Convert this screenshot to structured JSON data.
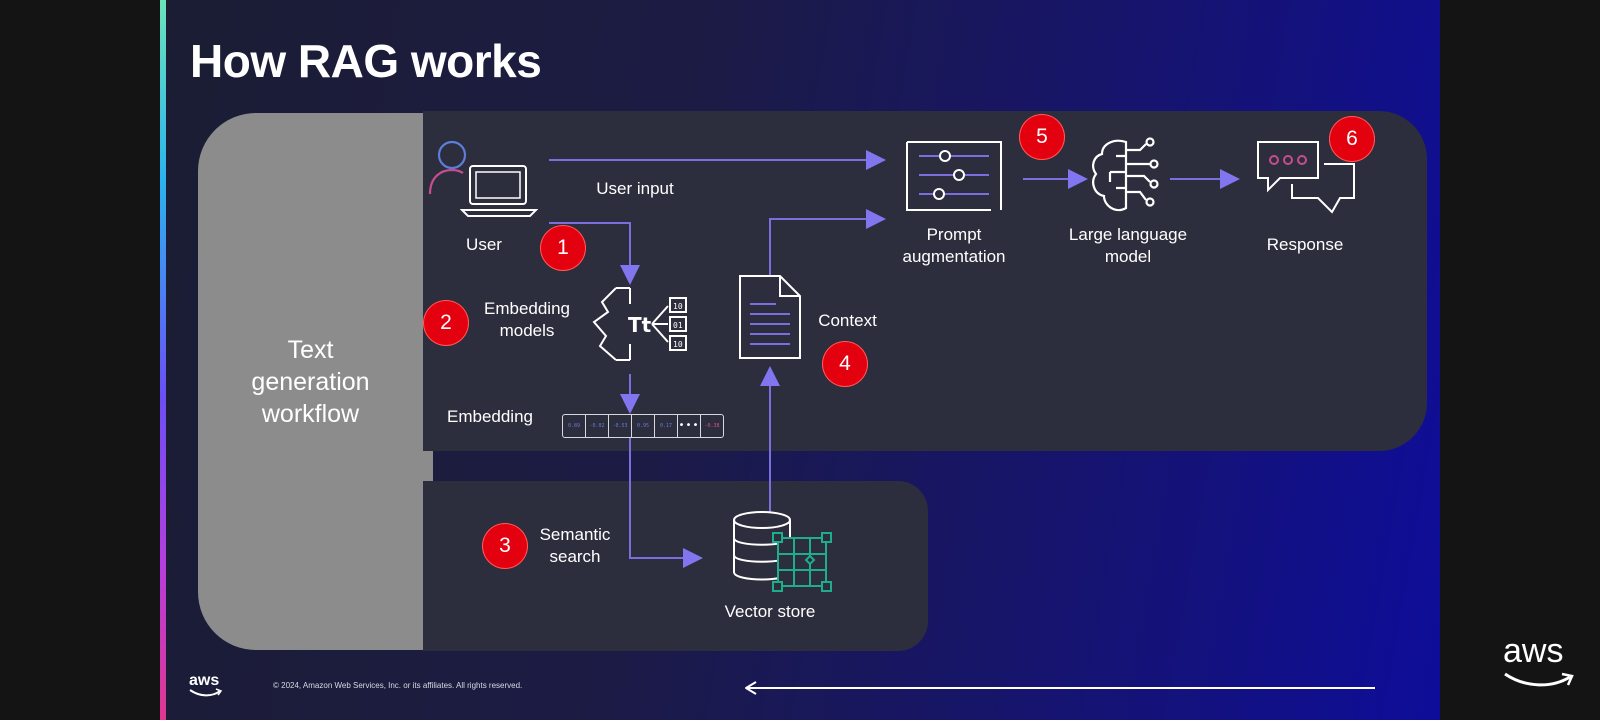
{
  "slide": {
    "title": "How RAG works",
    "workflow_label": "Text\ngeneration\nworkflow",
    "nodes": {
      "user": "User",
      "user_input": "User input",
      "embedding_models": "Embedding\nmodels",
      "embedding": "Embedding",
      "context": "Context",
      "semantic_search": "Semantic\nsearch",
      "vector_store": "Vector store",
      "prompt_augmentation": "Prompt\naugmentation",
      "llm": "Large language\nmodel",
      "response": "Response"
    },
    "steps": [
      "1",
      "2",
      "3",
      "4",
      "5",
      "6"
    ],
    "embedding_values": [
      "0.89",
      "-0.02",
      "-0.53",
      "0.95",
      "0.17",
      "•••",
      "-0.38"
    ],
    "footer_logo": "aws",
    "copyright": "© 2024, Amazon Web Services, Inc. or its affiliates. All rights reserved."
  },
  "corner_logo": "aws",
  "colors": {
    "arrow": "#7b6fe0",
    "badge": "#e3000f",
    "icon_accent_teal": "#1fae8c",
    "icon_accent_pink": "#c64d8e"
  },
  "icons": [
    "user-icon",
    "laptop-icon",
    "embedding-model-icon",
    "document-icon",
    "prompt-sliders-icon",
    "brain-circuit-icon",
    "chat-bubbles-icon",
    "database-icon",
    "vector-grid-icon"
  ]
}
